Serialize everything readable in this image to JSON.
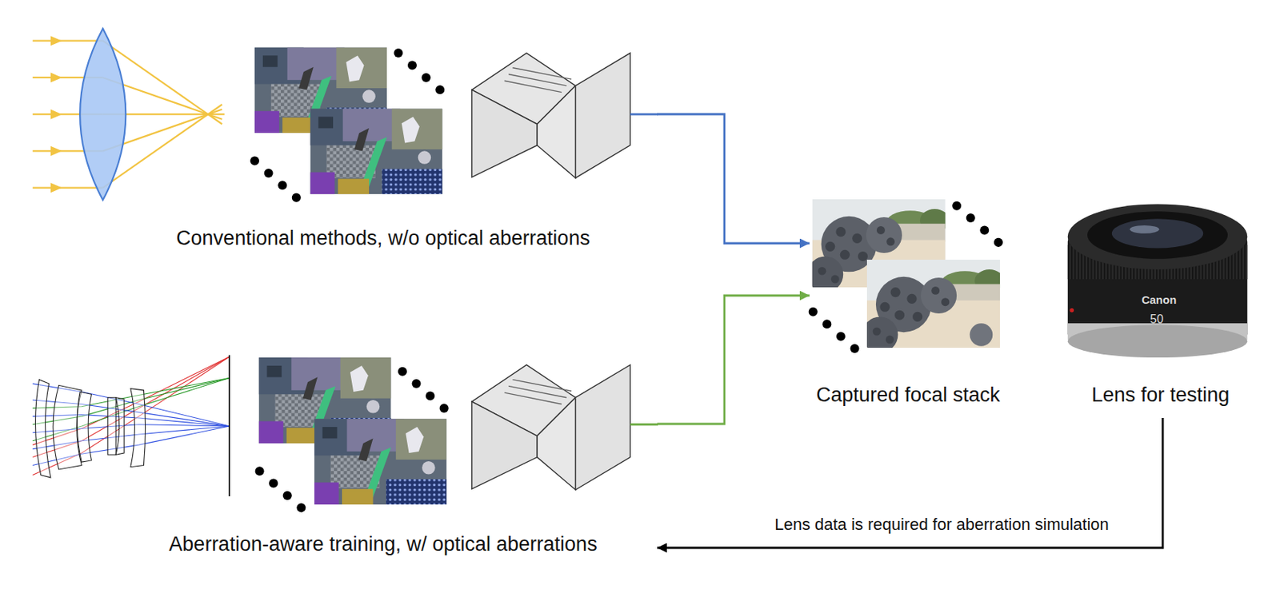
{
  "diagram": {
    "nodes": [
      {
        "text": [
          "Conventional methods, w/o optical aberrations"
        ]
      },
      {
        "text": [
          "Captured focal stack"
        ]
      },
      {
        "text": [
          "Lens for testing"
        ]
      },
      {
        "text": [
          "Aberration-aware training, w/ optical aberrations"
        ]
      }
    ],
    "edges": [
      {
        "from": 0,
        "to": 1,
        "arrow": "to"
      },
      {
        "from": 3,
        "to": 1,
        "arrow": "to"
      },
      {
        "from": 2,
        "to": 3,
        "arrow": "to",
        "label": "Lens data is required for aberration simulation"
      }
    ],
    "labels": [
      "Canon",
      "50"
    ]
  }
}
